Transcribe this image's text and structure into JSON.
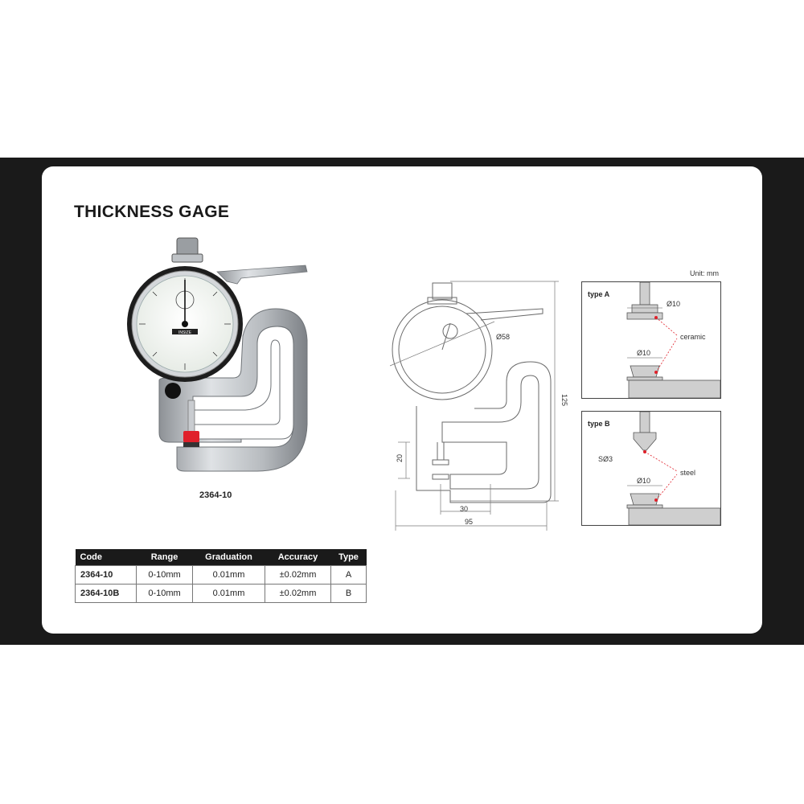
{
  "title": "THICKNESS GAGE",
  "product_photo": {
    "code_caption": "2364-10",
    "dial_brand": "INSIZE"
  },
  "drawing": {
    "dimensions": {
      "dial_diameter": "Ø58",
      "height": "125",
      "throat_height": "20",
      "throat_depth": "30",
      "width": "95"
    }
  },
  "detail_views": {
    "unit": "Unit: mm",
    "type_a": {
      "label": "type A",
      "top_diameter": "Ø10",
      "bottom_diameter": "Ø10",
      "material": "ceramic"
    },
    "type_b": {
      "label": "type B",
      "tip_radius": "SØ3",
      "bottom_diameter": "Ø10",
      "material": "steel"
    }
  },
  "spec_table": {
    "headers": [
      "Code",
      "Range",
      "Graduation",
      "Accuracy",
      "Type"
    ],
    "rows": [
      [
        "2364-10",
        "0-10mm",
        "0.01mm",
        "±0.02mm",
        "A"
      ],
      [
        "2364-10B",
        "0-10mm",
        "0.01mm",
        "±0.02mm",
        "B"
      ]
    ]
  },
  "colors": {
    "band": "#1a1a1a",
    "card": "#ffffff",
    "accent_red": "#e0202a",
    "drawing_line": "#555555"
  }
}
